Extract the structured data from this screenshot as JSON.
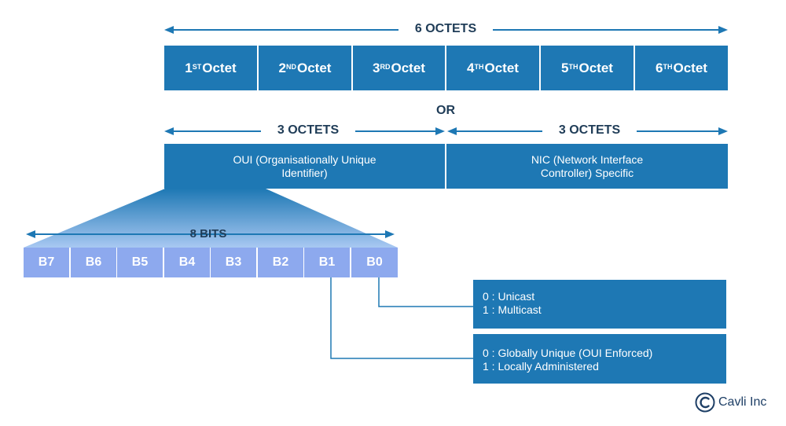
{
  "header": {
    "six_octets": "6 OCTETS"
  },
  "octets": [
    {
      "num": "1",
      "sup": "ST",
      "word": "Octet"
    },
    {
      "num": "2",
      "sup": "ND",
      "word": "Octet"
    },
    {
      "num": "3",
      "sup": "RD",
      "word": "Octet"
    },
    {
      "num": "4",
      "sup": "TH",
      "word": "Octet"
    },
    {
      "num": "5",
      "sup": "TH",
      "word": "Octet"
    },
    {
      "num": "6",
      "sup": "TH",
      "word": "Octet"
    }
  ],
  "or_label": "OR",
  "left_span": "3 OCTETS",
  "right_span": "3 OCTETS",
  "oui_box": {
    "line1": "OUI (Organisationally Unique",
    "line2": "Identifier)"
  },
  "nic_box": {
    "line1": "NIC (Network Interface",
    "line2": "Controller) Specific"
  },
  "bits_label": "8 BITS",
  "bits": [
    "B7",
    "B6",
    "B5",
    "B4",
    "B3",
    "B2",
    "B1",
    "B0"
  ],
  "cast_box": {
    "line1": "0 : Unicast",
    "line2": "1  :  Multicast"
  },
  "admin_box": {
    "line1": "0 : Globally Unique (OUI Enforced)",
    "line2": "1  : Locally Administered"
  },
  "logo": {
    "text": "Cavli Inc"
  },
  "colors": {
    "primary": "#1e78b4",
    "bit": "#8da9ee",
    "dark": "#1f3c57",
    "fan": "#5aa0e6"
  }
}
